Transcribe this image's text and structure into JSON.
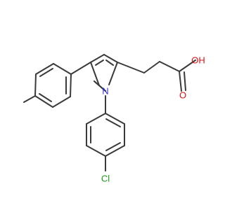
{
  "molecule": {
    "atoms": {
      "nitrogen": "N",
      "chlorine": "Cl",
      "carbonyl_oxygen": "O",
      "hydroxyl": "OH"
    },
    "colors": {
      "bond": "#3a3a3a",
      "nitrogen": "#2b2bd6",
      "chlorine": "#1a9a1a",
      "oxygen": "#e01010"
    }
  }
}
